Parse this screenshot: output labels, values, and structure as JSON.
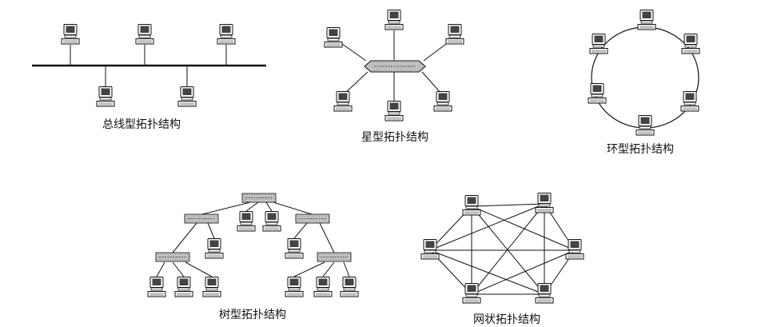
{
  "diagrams": {
    "bus": {
      "caption": "总线型拓扑结构"
    },
    "star": {
      "caption": "星型拓扑结构"
    },
    "ring": {
      "caption": "环型拓扑结构"
    },
    "tree": {
      "caption": "树型拓扑结构"
    },
    "mesh": {
      "caption": "网状拓扑结构"
    }
  },
  "icons": {
    "node": "computer-icon",
    "hub": "hub-icon"
  },
  "colors": {
    "line": "#111111",
    "hub_fill": "#b8b8b8",
    "screen": "#444444"
  }
}
